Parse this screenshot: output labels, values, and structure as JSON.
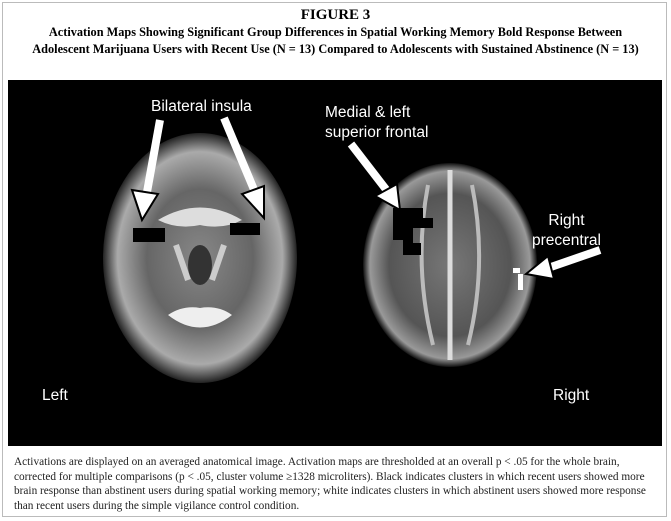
{
  "figure": {
    "number": "FIGURE 3",
    "title_line1": "Activation Maps Showing Significant Group Differences in Spatial Working Memory Bold Response Between",
    "title_line2": "Adolescent Marijuana Users with Recent Use (N = 13) Compared to Adolescents with Sustained Abstinence (N = 13)"
  },
  "panel": {
    "labels": {
      "insula": "Bilateral insula",
      "frontal_line1": "Medial & left",
      "frontal_line2": "superior frontal",
      "precentral_line1": "Right",
      "precentral_line2": "precentral",
      "left": "Left",
      "right": "Right"
    }
  },
  "caption": "Activations are displayed on an averaged anatomical image. Activation maps are thresholded at an overall p < .05 for the whole brain, corrected for multiple comparisons (p < .05, cluster volume ≥1328 microliters). Black indicates clusters in which recent users showed more brain response than abstinent users during spatial working memory; white indicates clusters in which abstinent users showed more response than recent users during the simple vigilance control condition."
}
